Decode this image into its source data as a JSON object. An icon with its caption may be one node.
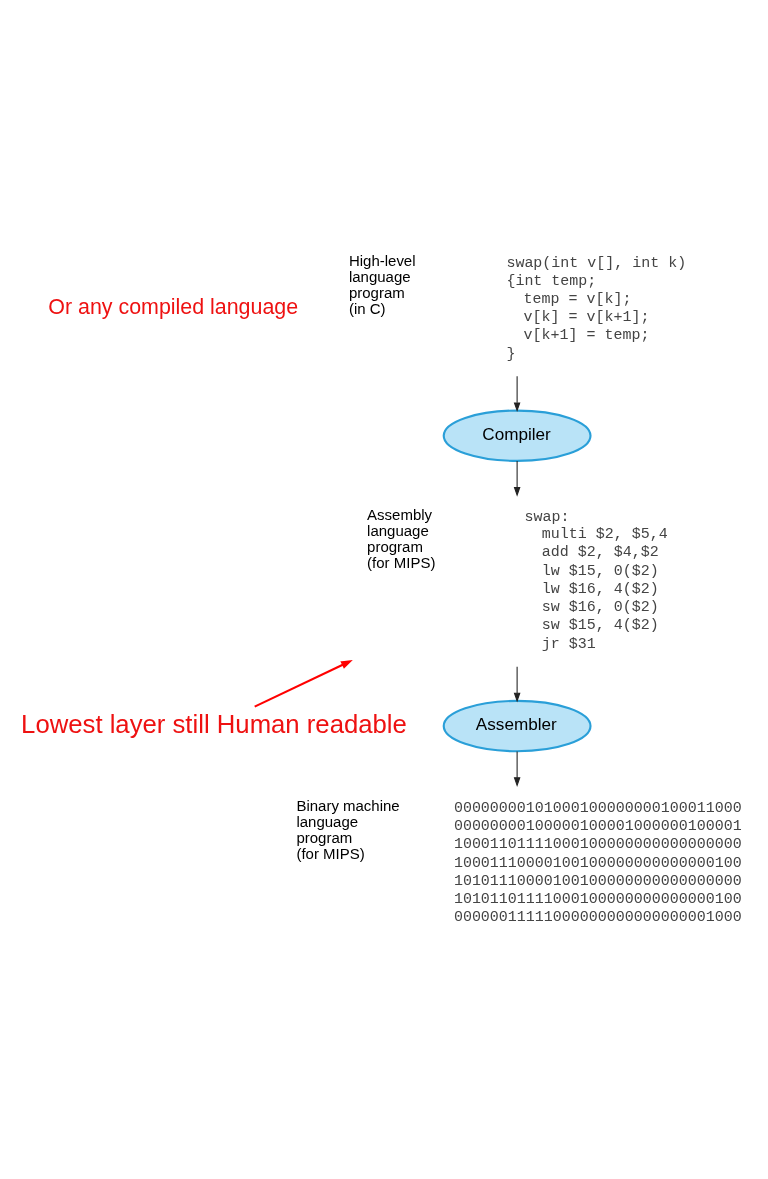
{
  "diagram": {
    "nodes": [
      {
        "text": [
          "swap(int v[], int k)",
          "{int temp;",
          "temp = v[k];",
          "v[k] = v[k+1];",
          "v[k+1] = temp;",
          "}"
        ],
        "beside": [
          "High-level language program (in C)"
        ]
      },
      {
        "text": [
          "Compiler"
        ]
      },
      {
        "text": [
          "swap:",
          "multi $2, $5,4",
          "add $2, $4,$2",
          "lw $15, 0($2)",
          "lw $16, 4($2)",
          "sw $16, 0($2)",
          "sw $15, 4($2)",
          "jr $31"
        ],
        "beside": [
          "Assembly language program (for MIPS)"
        ]
      },
      {
        "text": [
          "Assembler"
        ]
      },
      {
        "text": [
          "00000000101000100000000100011000",
          "00000000100000100001000000100001",
          "10001101111000100000000000000000",
          "10001110000100100000000000000100",
          "10101110000100100000000000000000",
          "10101101111000100000000000000100",
          "00000011111000000000000000001000"
        ],
        "beside": [
          "Binary machine language program (for MIPS)"
        ]
      },
      {
        "text": [
          "Lowest layer still Human readable"
        ]
      }
    ],
    "edges": [
      {
        "from": 0,
        "to": 1,
        "arrow": "to"
      },
      {
        "from": 1,
        "to": 2,
        "arrow": "to"
      },
      {
        "from": 2,
        "to": 3,
        "arrow": "to"
      },
      {
        "from": 3,
        "to": 4,
        "arrow": "to"
      },
      {
        "from": 5,
        "to": 2,
        "arrow": "to",
        "color": "#ff0000"
      }
    ],
    "labels": [
      "Or any compiled language"
    ]
  }
}
